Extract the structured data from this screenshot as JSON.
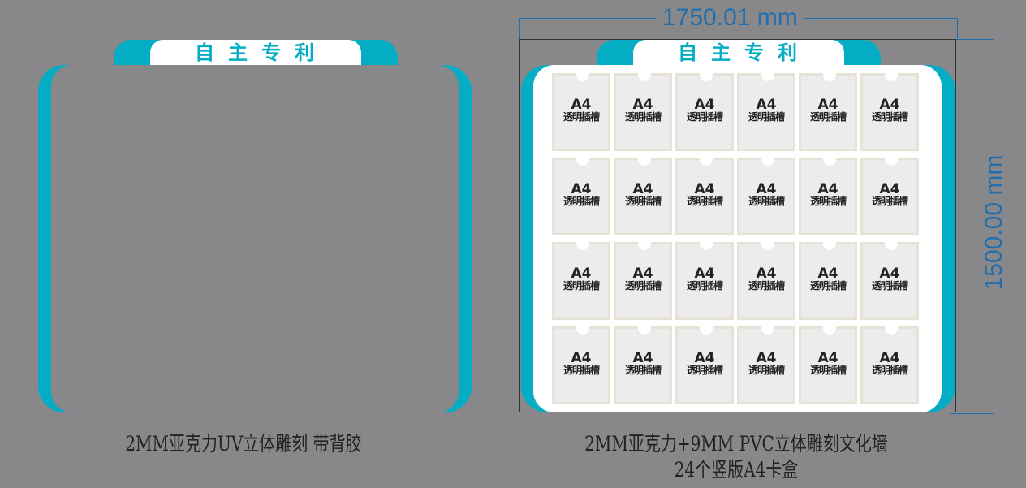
{
  "left_panel": {
    "title": "自主专利",
    "caption": "2MM亚克力UV立体雕刻 带背胶"
  },
  "right_panel": {
    "title": "自主专利",
    "caption_line1": "2MM亚克力+9MM PVC立体雕刻文化墙",
    "caption_line2": "24个竖版A4卡盒",
    "width_dimension": "1750.01 mm",
    "height_dimension": "1500.00 mm",
    "card_rows": 4,
    "card_cols": 6,
    "card": {
      "size_label": "A4",
      "desc": "透明插槽"
    }
  },
  "colors": {
    "teal": "#05adc4",
    "background": "#88888a",
    "dimension": "#1f6fae"
  }
}
